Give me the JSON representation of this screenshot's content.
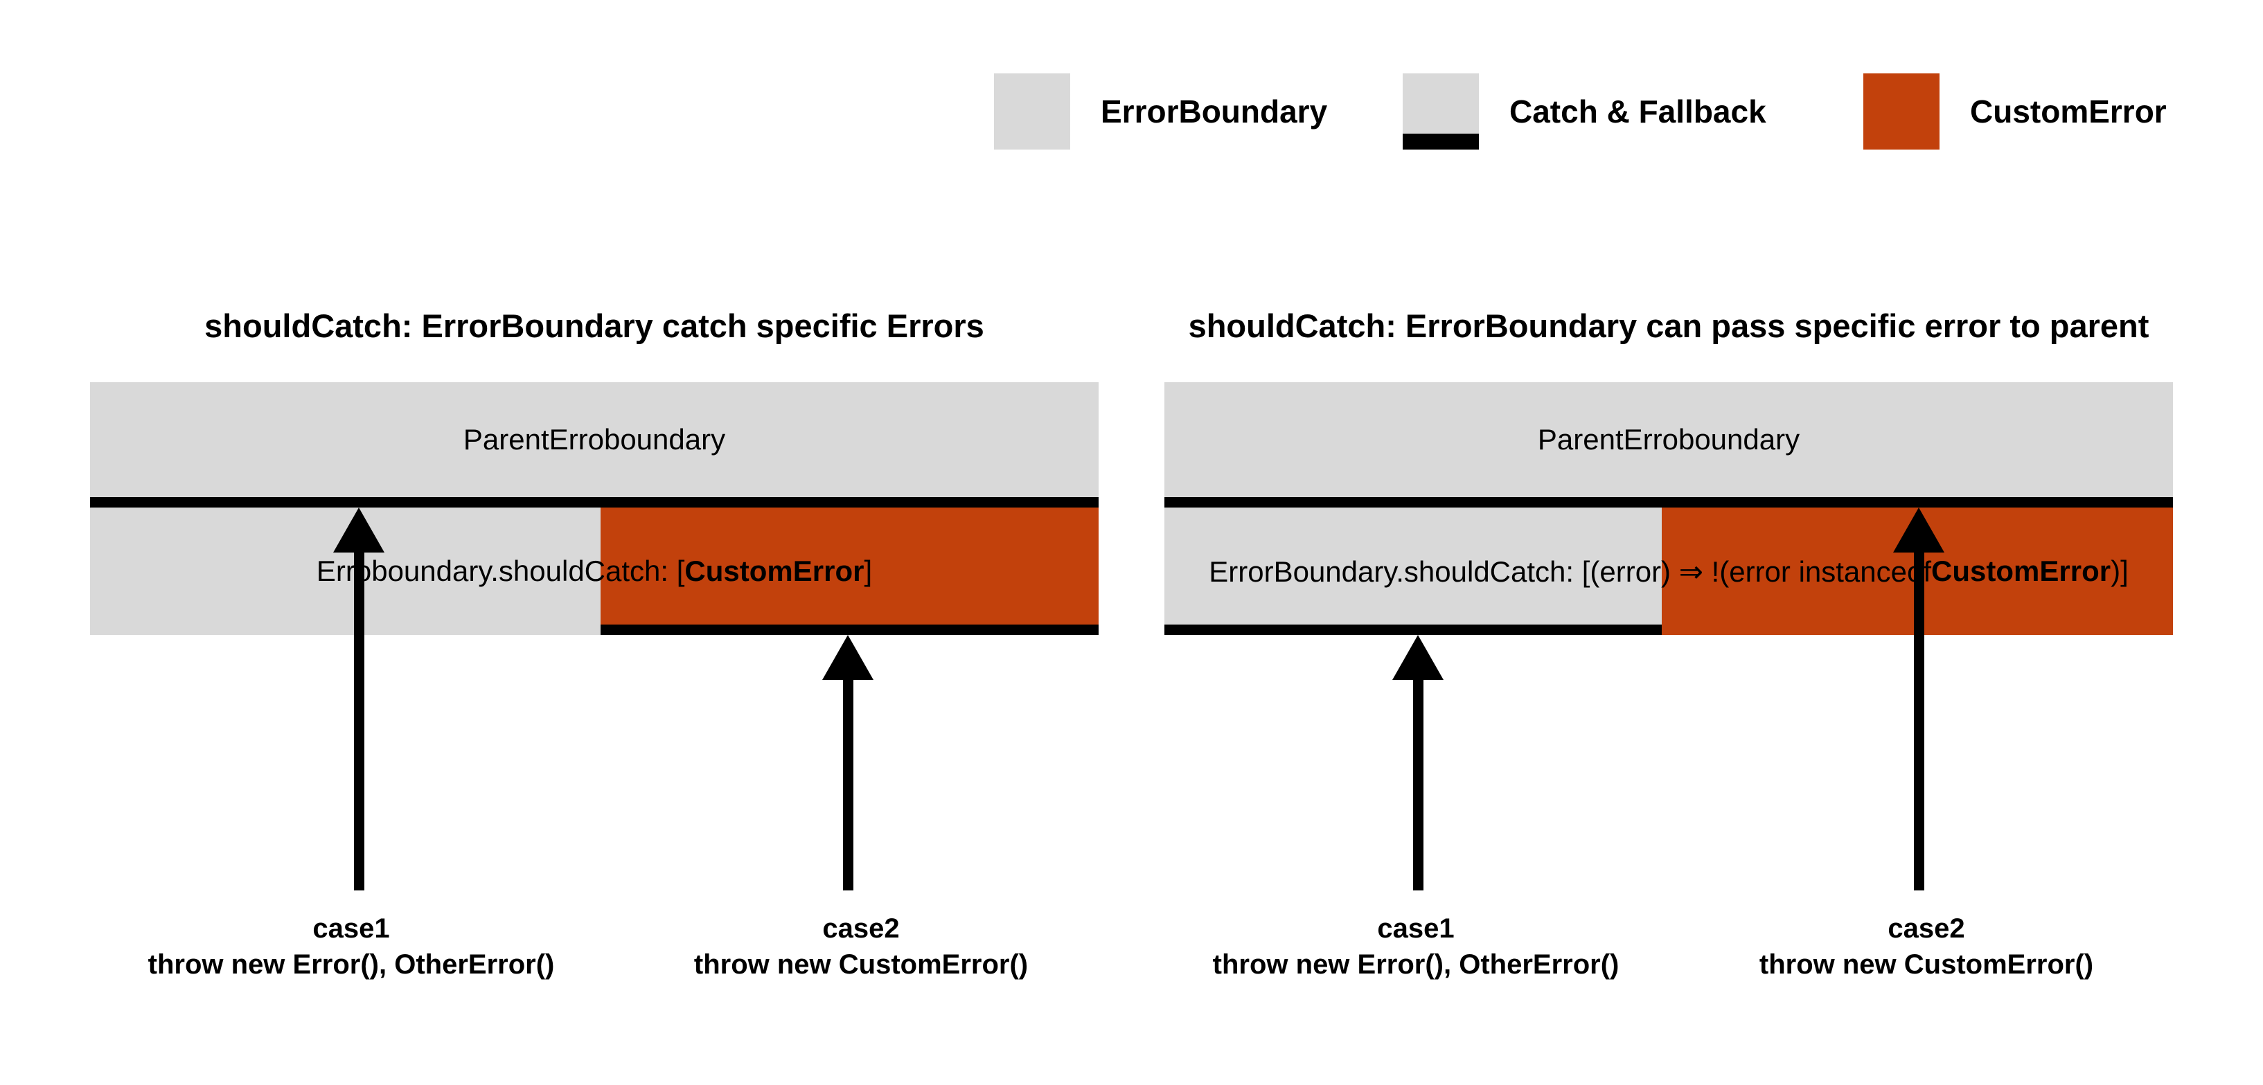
{
  "legend": {
    "items": [
      {
        "label": "ErrorBoundary",
        "kind": "error-boundary"
      },
      {
        "label": "Catch & Fallback",
        "kind": "catch-fallback"
      },
      {
        "label": "CustomError",
        "kind": "custom-error"
      }
    ]
  },
  "colors": {
    "boundary_gray": "#D9D9D9",
    "custom_error_orange": "#C2410C",
    "catch_border_black": "#000000",
    "background": "#FFFFFF"
  },
  "diagrams": [
    {
      "title": "shouldCatch: ErrorBoundary catch specific Errors",
      "parent_label": "ParentErroboundary",
      "child_label_prefix": "Erroboundary.shouldCatch: [",
      "child_label_bold": "CustomError",
      "child_label_suffix": "]",
      "cases": [
        {
          "name": "case1",
          "code": "throw new Error(), OtherError()",
          "arrow_points_to": "parent-boundary-catch-border"
        },
        {
          "name": "case2",
          "code": "throw new CustomError()",
          "arrow_points_to": "child-custom-error-catch-border"
        }
      ]
    },
    {
      "title": "shouldCatch: ErrorBoundary can pass specific error to parent",
      "parent_label": "ParentErroboundary",
      "child_label_prefix": "ErrorBoundary.shouldCatch: [(error) ⇒ !(error instanceof ",
      "child_label_bold": "CustomError",
      "child_label_suffix": ")]",
      "cases": [
        {
          "name": "case1",
          "code": "throw new Error(), OtherError()",
          "arrow_points_to": "child-catch-border"
        },
        {
          "name": "case2",
          "code": "throw new CustomError()",
          "arrow_points_to": "parent-boundary-catch-border"
        }
      ]
    }
  ]
}
